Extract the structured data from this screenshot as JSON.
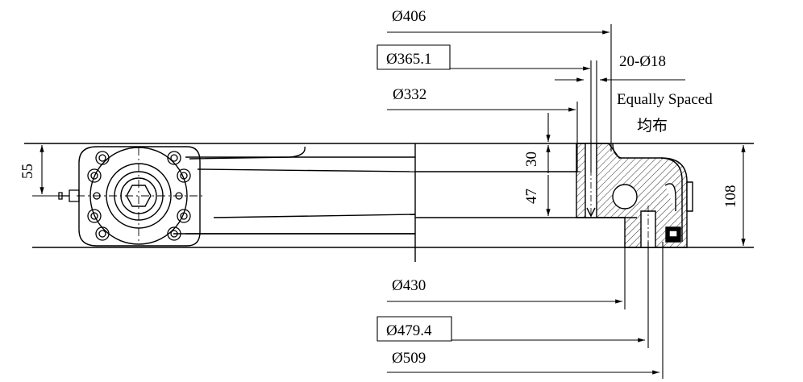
{
  "drawing": {
    "dimensions": {
      "d406": "Ø406",
      "d365": "Ø365.1",
      "d332": "Ø332",
      "d430": "Ø430",
      "d479": "Ø479.4",
      "d509": "Ø509",
      "h55": "55",
      "h30": "30",
      "h47": "47",
      "h108": "108"
    },
    "holes_note": "20-Ø18",
    "spacing_note_en": "Equally Spaced",
    "spacing_note_cn": "均布"
  }
}
